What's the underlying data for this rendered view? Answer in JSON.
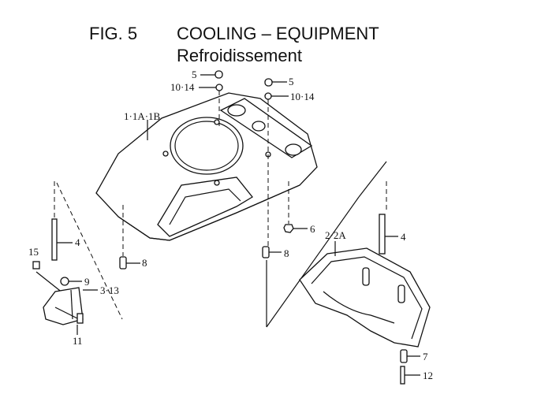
{
  "title": {
    "figure": "FIG.  5",
    "name": "COOLING – EQUIPMENT",
    "subtitle": "Refroidissement"
  },
  "callouts": {
    "cap_left": "5",
    "washer_left": "10·14",
    "cap_right": "5",
    "washer_right": "10·14",
    "shroud": "1·1A·1B",
    "stud_left": "4",
    "stud_right": "4",
    "nut": "6",
    "pin_left": "8",
    "pin_mid": "8",
    "lower_shroud": "2·2A",
    "clip_nut": "15",
    "grommet": "9",
    "bracket": "3·13",
    "bolt_bracket": "11",
    "pin_lower": "7",
    "bolt_lower": "12"
  }
}
